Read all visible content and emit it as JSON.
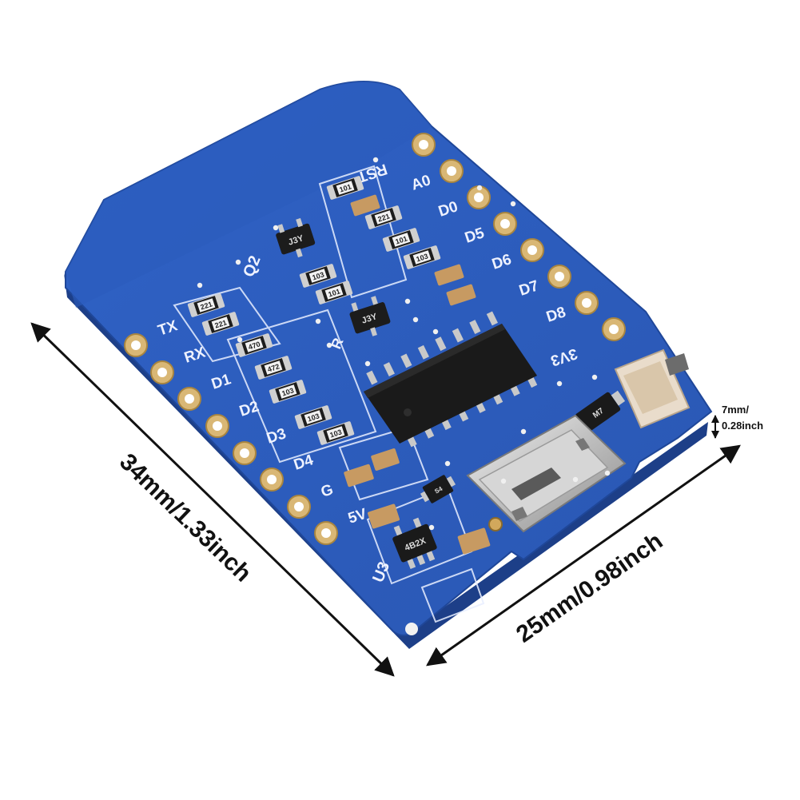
{
  "dimensions": {
    "length": "34mm/1.33inch",
    "width": "25mm/0.98inch",
    "height_line1": "7mm/",
    "height_line2": "0.28inch"
  },
  "board": {
    "colors": {
      "pcb": "#2f5fc0",
      "pcb_dark": "#234a9e",
      "pcb_edge": "#1c3d86",
      "gold": "#d8b26a",
      "silk": "#eef2ff"
    },
    "left_pins": [
      "TX",
      "RX",
      "D1",
      "D2",
      "D3",
      "D4",
      "G",
      "5V"
    ],
    "right_pins": [
      "RST",
      "A0",
      "D0",
      "D5",
      "D6",
      "D7",
      "D8",
      "3V3"
    ],
    "silk_labels": {
      "u3": "U3",
      "q2": "Q2",
      "r": "R"
    },
    "chips": {
      "transistor_1": "J3Y",
      "transistor_2": "J3Y",
      "regulator": "4B2X",
      "diode": "M7",
      "small_diode": "S4"
    },
    "resistors": [
      "221",
      "221",
      "470",
      "472",
      "103",
      "103",
      "103",
      "101",
      "221",
      "101",
      "103",
      "103",
      "101"
    ]
  }
}
